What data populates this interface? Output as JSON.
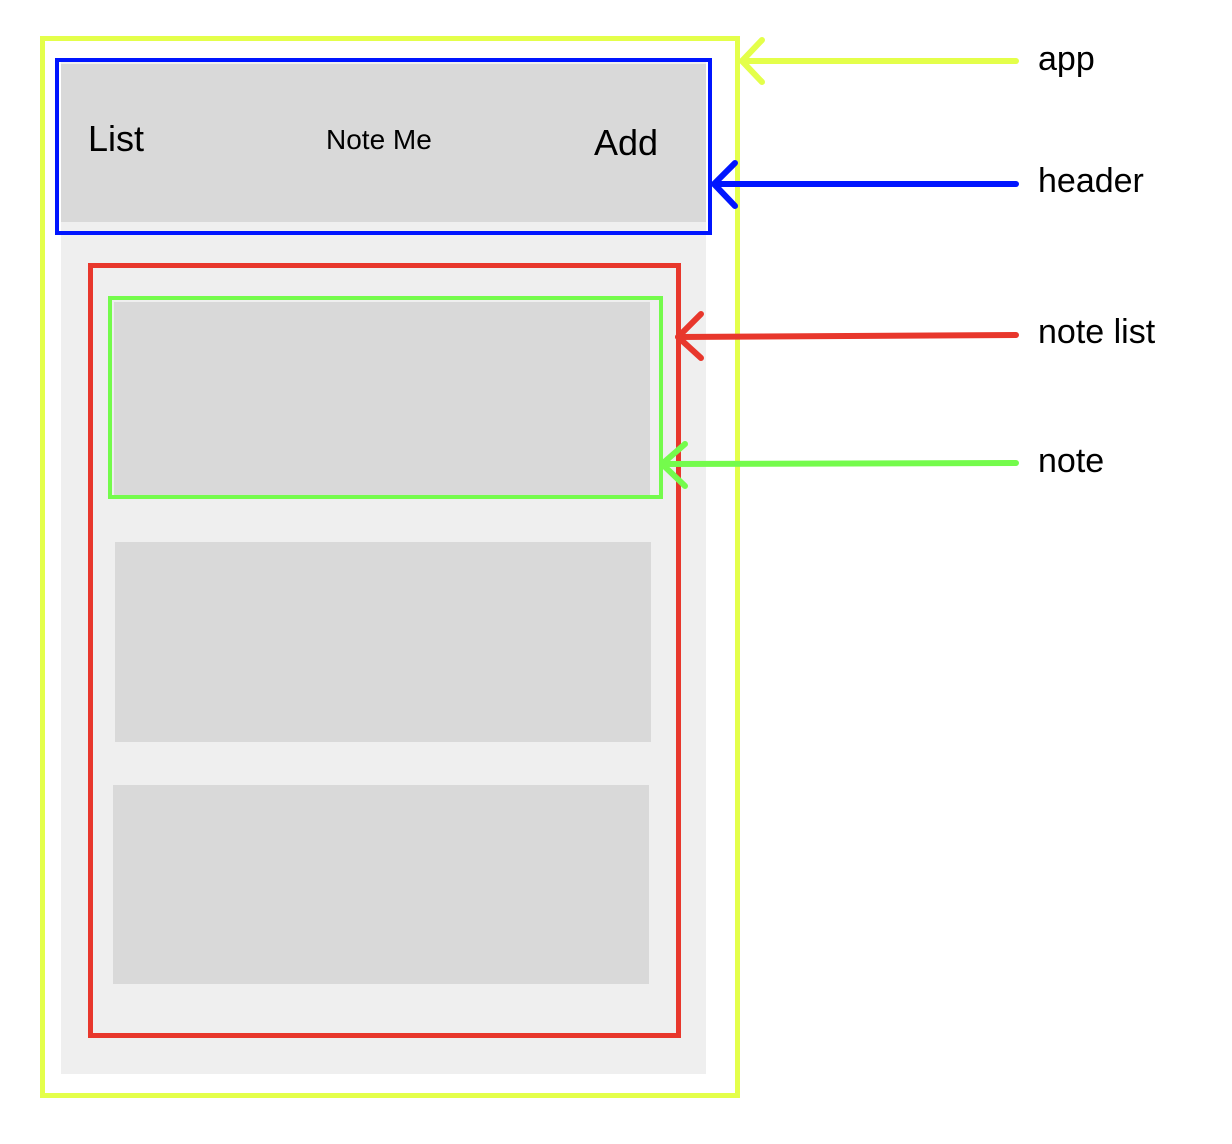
{
  "header": {
    "left_label": "List",
    "title": "Note Me",
    "right_label": "Add"
  },
  "annotations": {
    "app": "app",
    "header": "header",
    "note_list": "note list",
    "note": "note"
  },
  "colors": {
    "app": "#E4FF4A",
    "header": "#0015FF",
    "note_list": "#E8372C",
    "note": "#74FB4C",
    "placeholder_fill": "#D9D9D9",
    "app_background": "#EFEFEF"
  }
}
